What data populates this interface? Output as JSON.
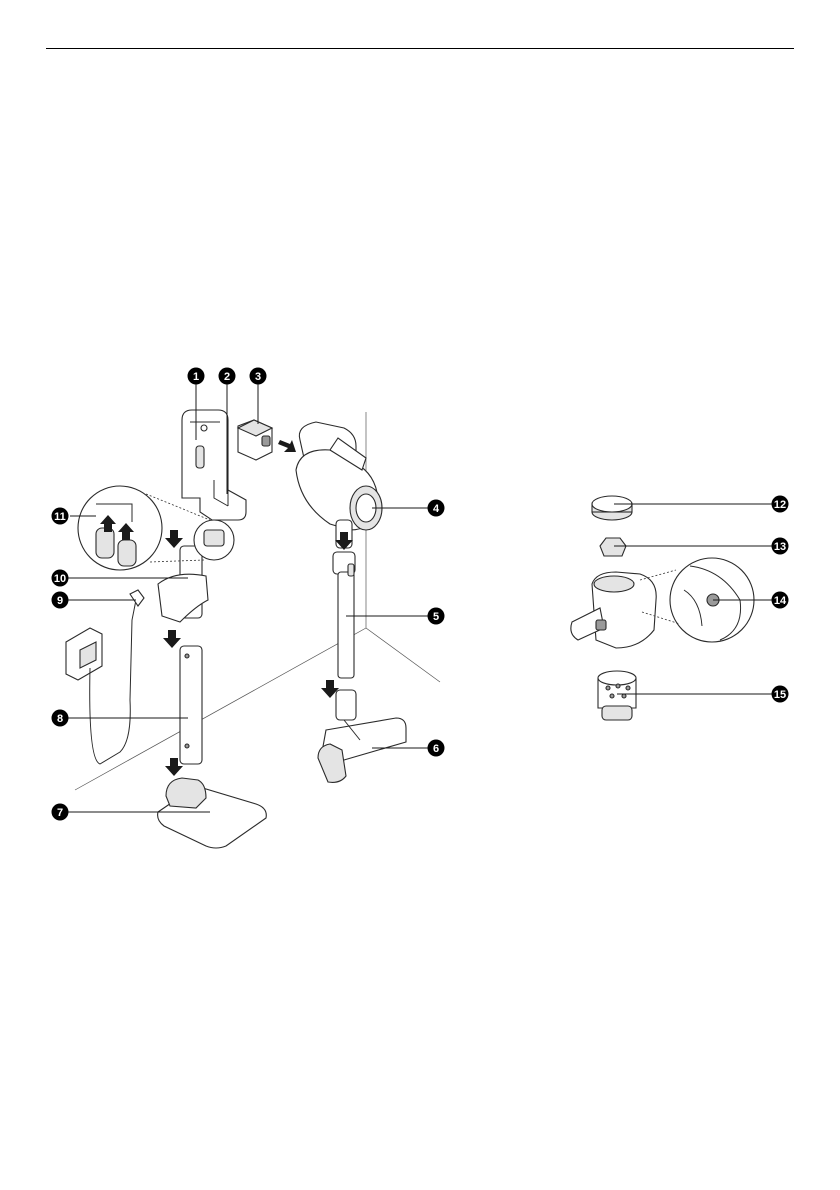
{
  "callouts": [
    {
      "label": "1"
    },
    {
      "label": "2"
    },
    {
      "label": "3"
    },
    {
      "label": "4"
    },
    {
      "label": "5"
    },
    {
      "label": "6"
    },
    {
      "label": "7"
    },
    {
      "label": "8"
    },
    {
      "label": "9"
    },
    {
      "label": "10"
    },
    {
      "label": "11"
    },
    {
      "label": "12"
    },
    {
      "label": "13"
    },
    {
      "label": "14"
    },
    {
      "label": "15"
    }
  ]
}
